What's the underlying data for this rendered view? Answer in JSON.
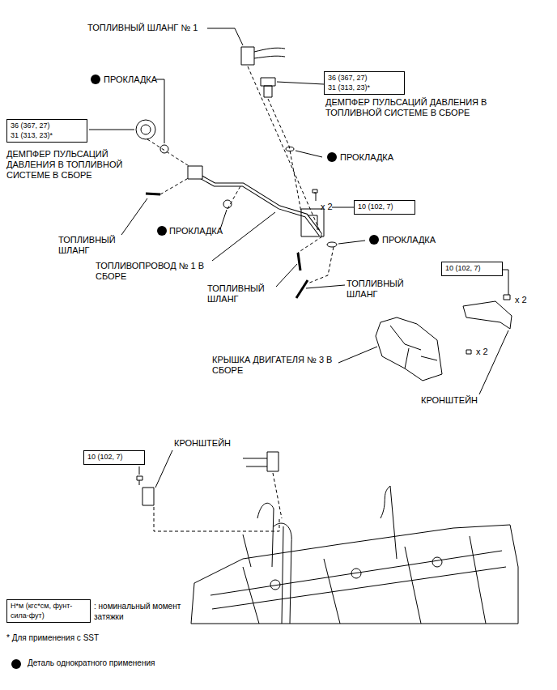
{
  "diagram": {
    "nodes": [
      {
        "text": [
          "36 (367, 27)",
          "31 (313, 23)*"
        ]
      },
      {
        "text": [
          "36 (367, 27)",
          "31 (313, 23)*"
        ]
      },
      {
        "text": [
          "10 (102, 7)"
        ]
      },
      {
        "text": [
          "10 (102, 7)"
        ]
      },
      {
        "text": [
          "10 (102, 7)"
        ]
      },
      {
        "text": [
          "Н*м (кгс*см, фунт-сила-фут)",
          ": номинальный момент затяжки"
        ]
      }
    ],
    "labels": [
      "ТОПЛИВНЫЙ ШЛАНГ № 1",
      "ПРОКЛАДКА",
      "ДЕМПФЕР ПУЛЬСАЦИЙ ДАВЛЕНИЯ В ТОПЛИВНОЙ СИСТЕМЕ В СБОРЕ",
      "ДЕМПФЕР ПУЛЬСАЦИЙ ДАВЛЕНИЯ В ТОПЛИВНОЙ СИСТЕМЕ В СБОРЕ",
      "ПРОКЛАДКА",
      "x 2",
      "ТОПЛИВНЫЙ ШЛАНГ",
      "ПРОКЛАДКА",
      "ПРОКЛАДКА",
      "ТОПЛИВОПРОВОД № 1 В СБОРЕ",
      "ТОПЛИВНЫЙ ШЛАНГ",
      "ТОПЛИВНЫЙ ШЛАНГ",
      "x 2",
      "x 2",
      "КРЫШКА ДВИГАТЕЛЯ № 3 В СБОРЕ",
      "КРОНШТЕЙН",
      "КРОНШТЕЙН",
      "* Для применения с SST"
    ],
    "legend": [
      {
        "text": "Деталь однократного применения"
      }
    ]
  }
}
